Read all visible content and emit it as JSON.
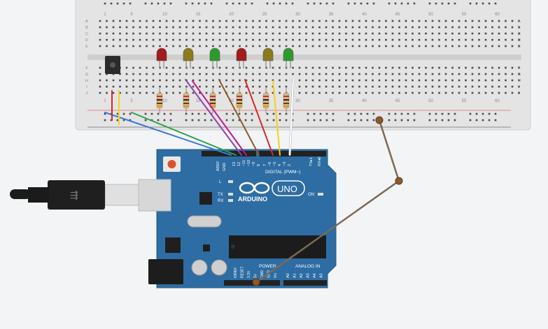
{
  "breadboard": {
    "column_numbers": [
      "1",
      "5",
      "10",
      "15",
      "20",
      "25",
      "30",
      "35",
      "40",
      "45",
      "50",
      "55",
      "60"
    ],
    "row_letters_top": [
      "A",
      "B",
      "C",
      "D",
      "E"
    ],
    "row_letters_bottom": [
      "F",
      "G",
      "H",
      "I",
      "J"
    ],
    "colors": {
      "body": "#e4e4e4",
      "hole": "#3a3a3a",
      "rail_plus": "#d33",
      "rail_minus": "#333"
    }
  },
  "leds": [
    {
      "name": "led-red-1",
      "color": "#a31b1b"
    },
    {
      "name": "led-yellow-1",
      "color": "#8c7a1c"
    },
    {
      "name": "led-green-1",
      "color": "#2c9b2c"
    },
    {
      "name": "led-red-2",
      "color": "#a31b1b"
    },
    {
      "name": "led-yellow-2",
      "color": "#8c7a1c"
    },
    {
      "name": "led-green-2",
      "color": "#2c9b2c"
    }
  ],
  "wires": [
    {
      "name": "wire-blue",
      "color": "#3a7bd5"
    },
    {
      "name": "wire-green",
      "color": "#2ca24a"
    },
    {
      "name": "wire-purple",
      "color": "#8e44ad"
    },
    {
      "name": "wire-magenta",
      "color": "#c2188f"
    },
    {
      "name": "wire-brown",
      "color": "#8b5a2b"
    },
    {
      "name": "wire-red",
      "color": "#d62828"
    },
    {
      "name": "wire-yellow",
      "color": "#f2d21b"
    },
    {
      "name": "wire-white",
      "color": "#ffffff"
    },
    {
      "name": "wire-gnd-red",
      "color": "#d62828"
    },
    {
      "name": "wire-gnd-yellow",
      "color": "#f2d21b"
    },
    {
      "name": "wire-potentiometer",
      "color": "#7a6a55"
    }
  ],
  "arduino": {
    "board_color": "#2d6da3",
    "logo_text": "ARDUINO",
    "model_text": "UNO",
    "digital_label": "DIGITAL (PWM~)",
    "power_label": "POWER",
    "analog_label": "ANALOG IN",
    "on_label": "ON",
    "led_labels": [
      "L",
      "TX",
      "RX"
    ],
    "aref_label": "AREF",
    "gnd_label": "GND",
    "digital_pins": [
      "13",
      "12",
      "~11",
      "~10",
      "~9",
      "8",
      "7",
      "~6",
      "~5",
      "4",
      "~3",
      "2",
      "TX▸1",
      "RX◂0"
    ],
    "power_pins": [
      "IOREF",
      "RESET",
      "3.3V",
      "5V",
      "GND",
      "GND",
      "Vin"
    ],
    "analog_pins": [
      "A0",
      "A1",
      "A2",
      "A3",
      "A4",
      "A5"
    ]
  }
}
